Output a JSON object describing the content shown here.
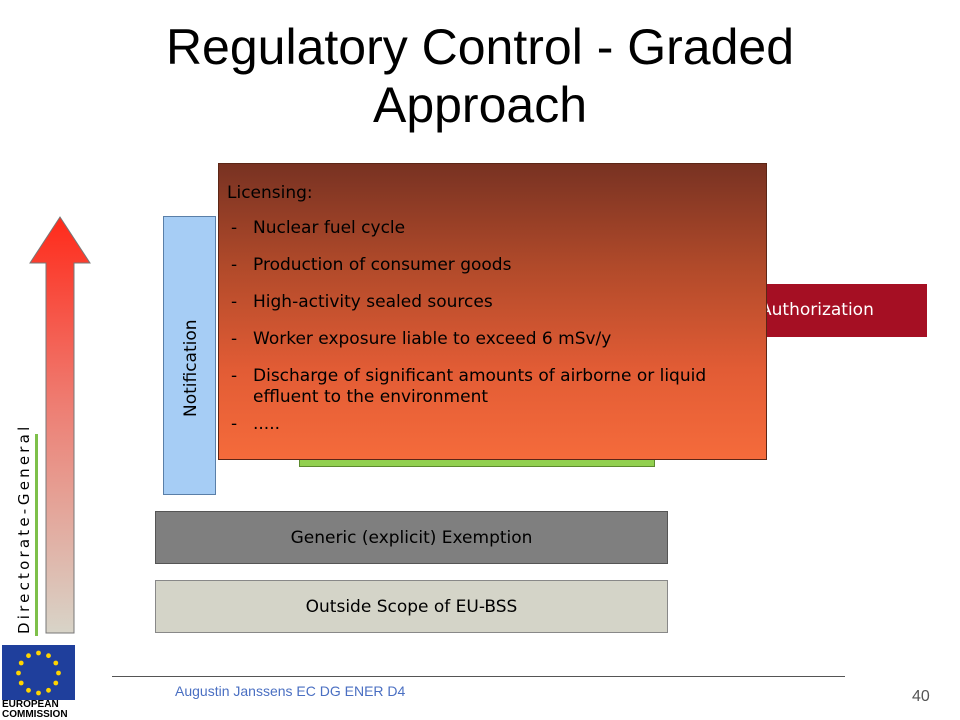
{
  "slide": {
    "title": "Regulatory Control  - Graded Approach",
    "page_number": "40",
    "footer": "Augustin Janssens EC DG ENER D4"
  },
  "side": {
    "vertical_label": "Directorate-General"
  },
  "boxes": {
    "notification": "Notification",
    "authorization": "Authorization",
    "generic_exemption": "Generic (explicit) Exemption",
    "outside_scope": "Outside Scope of EU-BSS"
  },
  "popup": {
    "heading": "Licensing:",
    "items": [
      "Nuclear fuel cycle",
      "Production of consumer goods",
      "High-activity sealed sources",
      "Worker exposure liable to exceed 6 mSv/y",
      "Discharge of significant amounts of airborne or liquid effluent to the environment",
      "....."
    ]
  },
  "logo": {
    "line1": "EUROPEAN",
    "line2": "COMMISSION"
  },
  "colors": {
    "notification": "#a6cdf5",
    "authorization": "#a50f23",
    "green_bar": "#92d050",
    "popup_top": "#783222",
    "popup_bottom": "#f56b3b",
    "generic": "#7f7f7f",
    "outside": "#d4d4c8",
    "arrow_top": "#ff2a1a",
    "arrow_bottom": "#d8d4c8"
  }
}
